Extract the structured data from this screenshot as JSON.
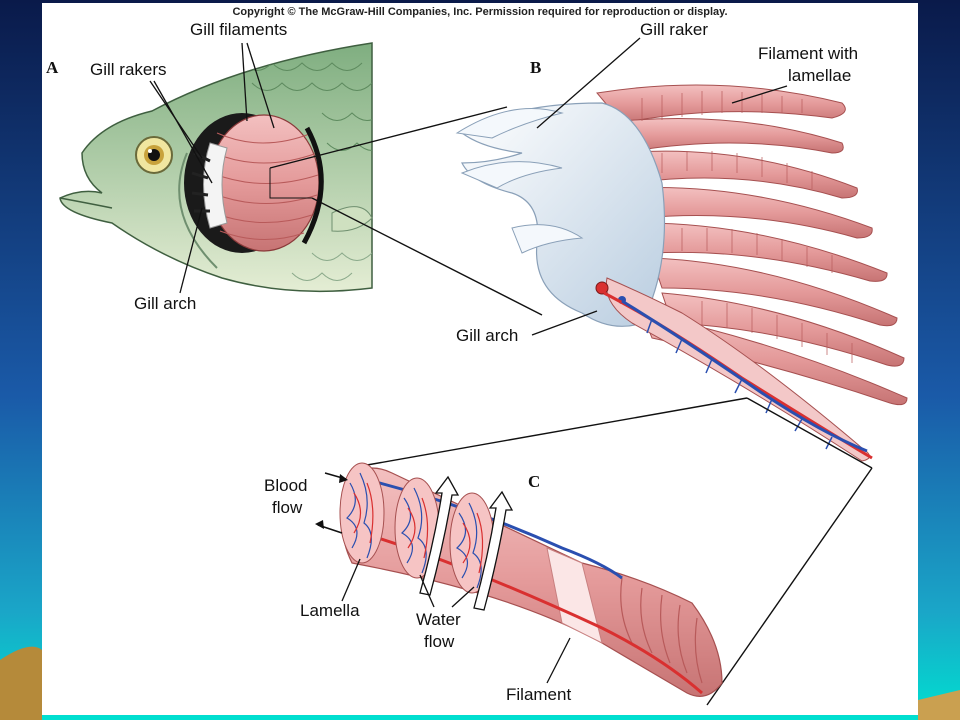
{
  "copyright": "Copyright © The McGraw-Hill Companies, Inc. Permission required for reproduction or display.",
  "panels": {
    "a": "A",
    "b": "B",
    "c": "C"
  },
  "labels": {
    "gill_filaments": "Gill filaments",
    "gill_rakers": "Gill rakers",
    "gill_arch_a": "Gill arch",
    "gill_raker": "Gill raker",
    "filament_with_lamellae_line1": "Filament with",
    "filament_with_lamellae_line2": "lamellae",
    "gill_arch_b": "Gill arch",
    "blood_flow_line1": "Blood",
    "blood_flow_line2": "flow",
    "lamella": "Lamella",
    "water_flow_line1": "Water",
    "water_flow_line2": "flow",
    "filament": "Filament"
  },
  "colors": {
    "slide_top": "#0a1a4a",
    "slide_mid": "#1a5aa8",
    "slide_bottom": "#00e0d0",
    "sand": "#b58a3a",
    "fish_body": "#a9c9a3",
    "gill_pink": "#e6a0a0",
    "gill_line": "#b85a5a",
    "artery_red": "#d93030",
    "vein_blue": "#2a4fb0",
    "raker_white": "#e6eef6"
  }
}
